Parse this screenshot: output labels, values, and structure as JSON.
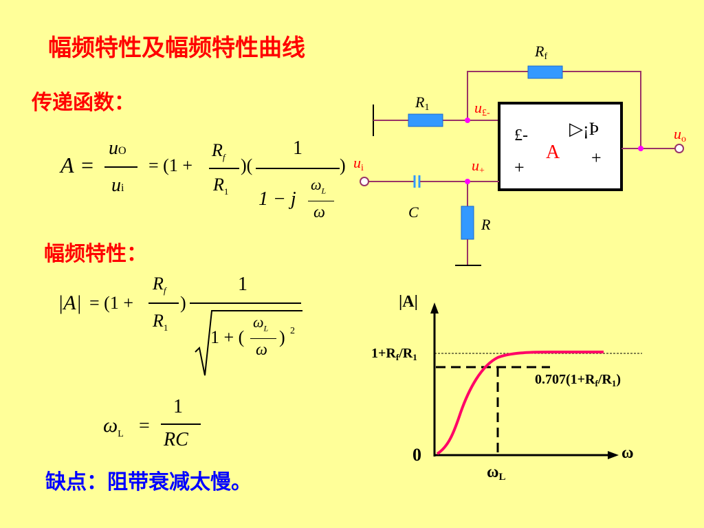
{
  "slide": {
    "title": "幅频特性及幅频特性曲线",
    "transfer_heading": "传递函数：",
    "amp_heading": "幅频特性：",
    "drawback": "缺点：阻带衰减太慢。"
  },
  "formula_transfer": {
    "lhs": "A",
    "eq": "=",
    "num_u": "u",
    "num_sub": "O",
    "den_u": "u",
    "den_sub": "i",
    "eq2": "= (1 +",
    "Rf": "R",
    "Rf_sub": "f",
    "R1": "R",
    "R1_sub": "1",
    "close": ")(",
    "one": "1",
    "den_prefix": "1 − j",
    "omega_L": "ω",
    "omega_L_sub": "L",
    "omega": "ω",
    "close2": ")"
  },
  "formula_amp": {
    "abs_A": "|A|",
    "eq": "= (1 +",
    "Rf": "R",
    "Rf_sub": "f",
    "R1": "R",
    "R1_sub": "1",
    "close": ")",
    "one": "1",
    "rad_prefix": "1 + (",
    "omega_L": "ω",
    "omega_L_sub": "L",
    "omega": "ω",
    "rad_close": ")",
    "sq": "2"
  },
  "formula_cutoff": {
    "omega": "ω",
    "sub": "L",
    "eq": "=",
    "one": "1",
    "den": "RC"
  },
  "circuit": {
    "Rf": "R",
    "Rf_sub": "f",
    "R1": "R",
    "R1_sub": "1",
    "u_minus": "u",
    "u_minus_sub": "£-",
    "u_plus": "u",
    "u_plus_sub": "+",
    "ui": "u",
    "ui_sub": "i",
    "uo": "u",
    "uo_sub": "o",
    "C": "C",
    "R": "R",
    "opamp_minus": "£-",
    "opamp_plus": "+",
    "opamp_label": "A",
    "opamp_symbol": "▷¡Þ",
    "opamp_out_plus": "+"
  },
  "graph": {
    "ylabel": "|A|",
    "xlabel": "ω",
    "origin": "0",
    "pass_label_prefix": "1+R",
    "pass_label_f": "f",
    "pass_label_mid": "/R",
    "pass_label_1": "1",
    "half_label_prefix": "0.707(1+R",
    "half_label_f": "f",
    "half_label_mid": "/R",
    "half_label_1": "1",
    "half_label_suffix": ")",
    "cutoff_label": "ω",
    "cutoff_sub": "L"
  },
  "colors": {
    "background": "#ffff99",
    "title": "#ff0000",
    "drawback": "#0000ff",
    "wire": "#993366",
    "resistor": "#3399ff",
    "curve": "#ff0066",
    "node": "#ff00ff"
  }
}
